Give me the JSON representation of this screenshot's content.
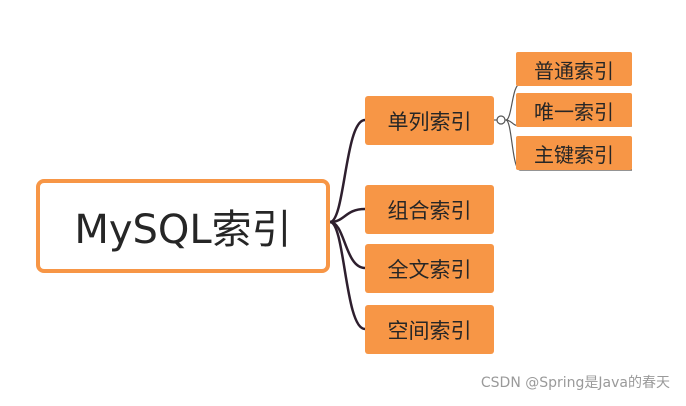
{
  "root": {
    "label": "MySQL索引"
  },
  "branches": [
    {
      "label": "单列索引",
      "children": [
        "普通索引",
        "唯一索引",
        "主键索引"
      ]
    },
    {
      "label": "组合索引"
    },
    {
      "label": "全文索引"
    },
    {
      "label": "空间索引"
    }
  ],
  "watermark": "CSDN @Spring是Java的春天",
  "colors": {
    "node_fill": "#f79646",
    "root_border": "#f79646",
    "connector": "#2e1f2e",
    "text": "#262626"
  }
}
